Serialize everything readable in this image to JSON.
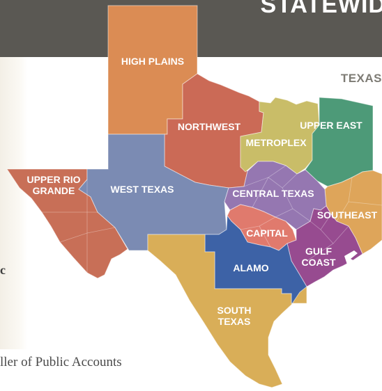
{
  "header": {
    "title": "STATEWID"
  },
  "subtitle": "TEXAS",
  "side_fragment": "c",
  "footer": {
    "credit": "ller of Public Accounts"
  },
  "colors": {
    "banner": "#5a5853",
    "high_plains": "#db8c54",
    "northwest": "#cb6a56",
    "upper_rio_grande": "#c86f57",
    "west_texas": "#7b8bb3",
    "metroplex": "#c9bd68",
    "upper_east": "#4d9a78",
    "central_texas": "#9577b1",
    "capital": "#e07a6d",
    "southeast": "#dea55a",
    "alamo": "#3d62a6",
    "gulf_coast": "#974b90",
    "south_texas": "#d9ae58"
  },
  "regions": {
    "high_plains": {
      "label": "HIGH PLAINS"
    },
    "northwest": {
      "label": "NORTHWEST"
    },
    "upper_rio_grande": {
      "label_line1": "UPPER RIO",
      "label_line2": "GRANDE"
    },
    "west_texas": {
      "label": "WEST TEXAS"
    },
    "metroplex": {
      "label": "METROPLEX"
    },
    "upper_east": {
      "label": "UPPER EAST"
    },
    "central_texas": {
      "label": "CENTRAL TEXAS"
    },
    "capital": {
      "label": "CAPITAL"
    },
    "southeast": {
      "label": "SOUTHEAST"
    },
    "alamo": {
      "label": "ALAMO"
    },
    "gulf_coast": {
      "label_line1": "GULF",
      "label_line2": "COAST"
    },
    "south_texas": {
      "label_line1": "SOUTH",
      "label_line2": "TEXAS"
    }
  }
}
